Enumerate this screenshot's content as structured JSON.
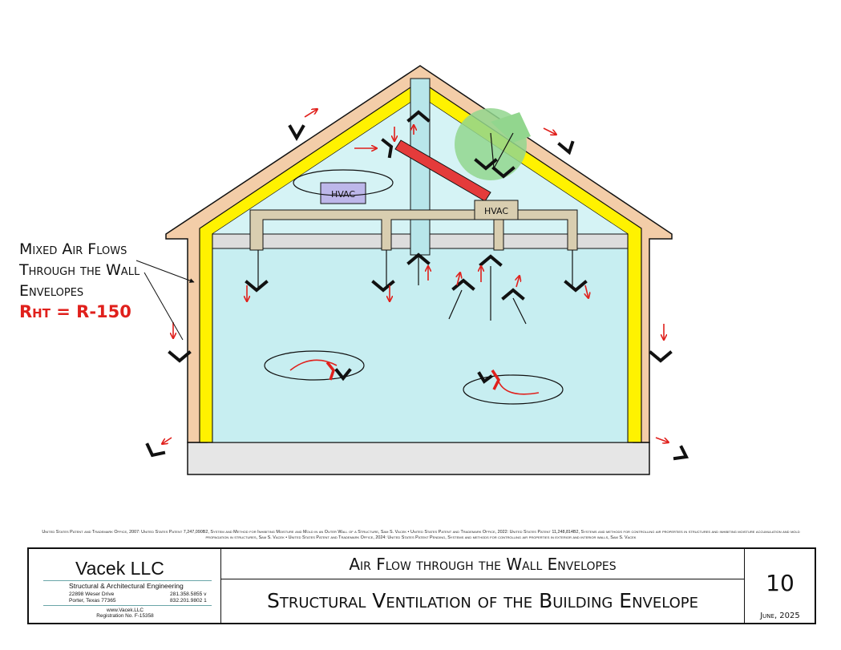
{
  "diagram": {
    "hvac_units": [
      {
        "label": "HVAC"
      },
      {
        "label": "HVAC"
      }
    ],
    "wall_note": {
      "lines": [
        "Mixed Air Flows",
        "Through the Wall",
        "Envelopes"
      ],
      "rating": "Rht = R-150"
    },
    "colors": {
      "roof_siding": "#f3cda8",
      "insulation": "#fff200",
      "interior_air": "#c7eef1",
      "ceiling": "#dddddd",
      "ductwork": "#d9ceb0",
      "exhaust_duct": "#e43b3b",
      "vent_zone": "#92d68e",
      "hvac_box": "#bdb7ea",
      "foundation": "#e6e6e6",
      "flow_red": "#e0201c",
      "flow_black": "#111111"
    }
  },
  "patent_notice": "United States Patent and Trademark Office, 2007: United States Patent 7,247,090B2, System and Method for Inhibiting Moisture and Mold in an Outer Wall of a Structure, Sam S. Vacek • United States Patent and Trademark Office, 2022: United States Patent 11,248,814B2, Systems and methods for controlling air properties in structures and inhibiting moisture accumulation and mold propagation in structures, Sam S. Vacek • United States Patent and Trademark Office, 2024: United States Patent Pending, Systems and methods for controlling air properties in exterior and interior walls, Sam S. Vacek",
  "title_block": {
    "company": "Vacek LLC",
    "subtitle": "Structural & Architectural Engineering",
    "address1": "22898 Weser Drive",
    "phone1": "281.358.5855  v",
    "address2": "Porter, Texas  77365",
    "phone2": "832.201.9802  1",
    "website": "www.Vacek.LLC",
    "registration": "Registration No. F-15358",
    "title_top": "Air Flow through the Wall Envelopes",
    "title_main": "Structural Ventilation of the Building Envelope",
    "sheet_number": "10",
    "date": "June, 2025"
  }
}
